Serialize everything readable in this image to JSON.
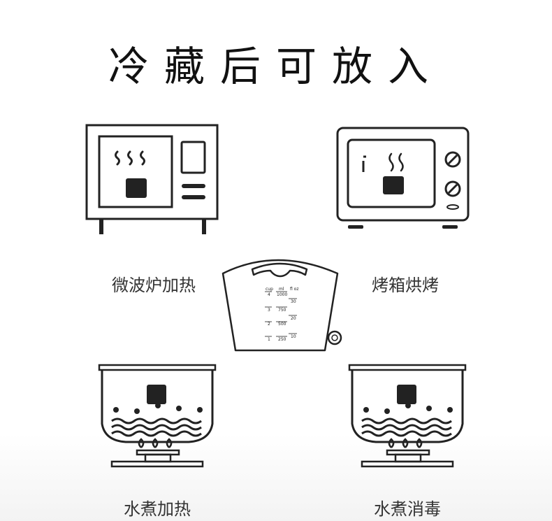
{
  "title": "冷藏后可放入",
  "methods": [
    {
      "label": "微波炉加热",
      "icon": "microwave-icon"
    },
    {
      "label": "烤箱烘烤",
      "icon": "oven-icon"
    },
    {
      "label": "水煮加热",
      "icon": "boiling-pot-icon"
    },
    {
      "label": "水煮消毒",
      "icon": "boiling-pot-icon"
    }
  ],
  "bag": {
    "icon": "storage-bag-icon",
    "col_headers": [
      "cup",
      "ml",
      "fl oz"
    ],
    "cup_marks": [
      "4",
      "3",
      "2",
      "1"
    ],
    "ml_marks": [
      "1000",
      "750",
      "500",
      "250"
    ],
    "oz_marks": [
      "30",
      "20",
      "10"
    ]
  },
  "colors": {
    "line": "#222222",
    "background": "#ffffff"
  }
}
